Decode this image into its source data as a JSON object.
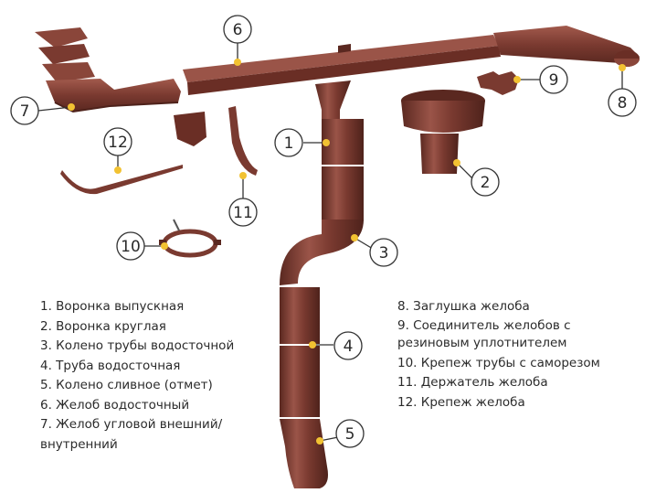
{
  "colors": {
    "gutter_main": "#7a3a30",
    "gutter_light": "#9a5448",
    "gutter_dark": "#5a2820",
    "gutter_highlight": "#b06a5c",
    "callout_stroke": "#333333",
    "dot": "#f2c232"
  },
  "callouts": [
    {
      "id": "1",
      "label": "1"
    },
    {
      "id": "2",
      "label": "2"
    },
    {
      "id": "3",
      "label": "3"
    },
    {
      "id": "4",
      "label": "4"
    },
    {
      "id": "5",
      "label": "5"
    },
    {
      "id": "6",
      "label": "6"
    },
    {
      "id": "7",
      "label": "7"
    },
    {
      "id": "8",
      "label": "8"
    },
    {
      "id": "9",
      "label": "9"
    },
    {
      "id": "10",
      "label": "10"
    },
    {
      "id": "11",
      "label": "11"
    },
    {
      "id": "12",
      "label": "12"
    }
  ],
  "legend_left": [
    "1. Воронка выпускная",
    "2. Воронка круглая",
    "3. Колено трубы водосточной",
    "4. Труба водосточная",
    "5. Колено сливное (отмет)",
    "6. Желоб водосточный",
    "7. Желоб угловой внешний/\nвнутренний"
  ],
  "legend_right": [
    "8. Заглушка желоба",
    "9. Соединитель желобов с\nрезиновым уплотнителем",
    "10. Крепеж трубы с саморезом",
    "11. Держатель желоба",
    "12. Крепеж желоба"
  ]
}
